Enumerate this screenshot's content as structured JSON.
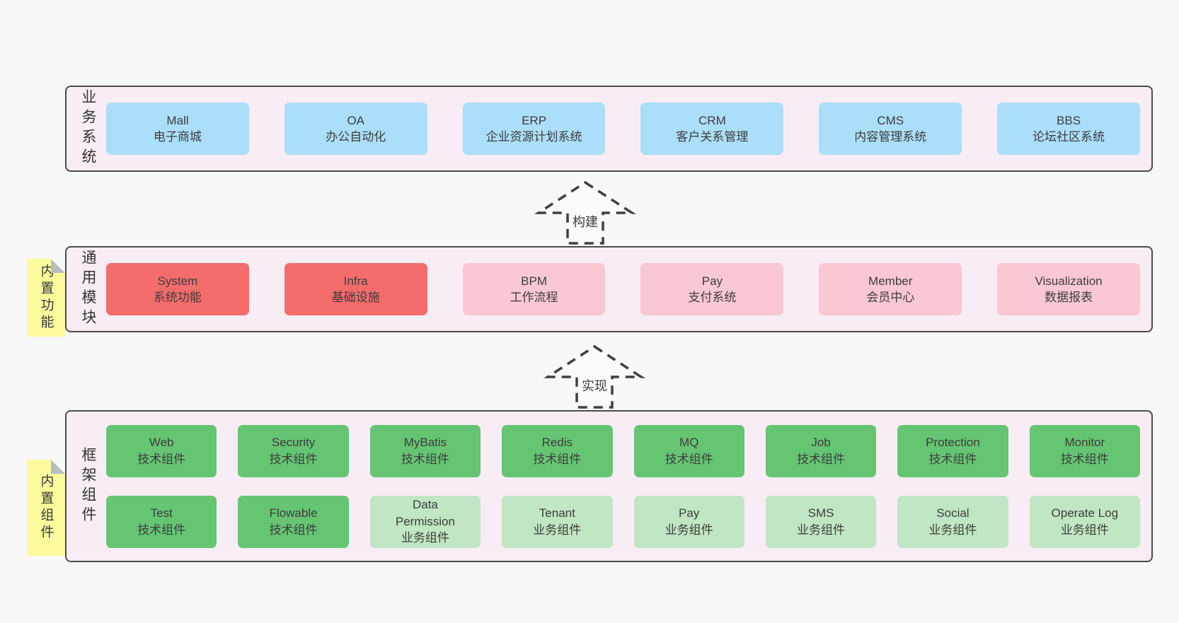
{
  "palette": {
    "blue": "#abdef8",
    "red": "#f56c6c",
    "pink": "#f9c8d3",
    "green": "#66c573",
    "lightGreen": "#c0e6c3",
    "layerBg": "#f8edf4",
    "layerBorder": "#4b4b4b",
    "text": "#3d3d3d",
    "sticky": "#fbfb9d",
    "stickyFold": "#b9bdc2",
    "pageBg": "#f8f8f8",
    "arrowOutline": "#3f3f3f"
  },
  "arrows": {
    "build": "构建",
    "implement": "实现"
  },
  "layers": {
    "business": {
      "label": "业务系统",
      "rows": [
        [
          {
            "title": "Mall",
            "subtitle": "电子商城",
            "color": "blue"
          },
          {
            "title": "OA",
            "subtitle": "办公自动化",
            "color": "blue"
          },
          {
            "title": "ERP",
            "subtitle": "企业资源计划系统",
            "color": "blue"
          },
          {
            "title": "CRM",
            "subtitle": "客户关系管理",
            "color": "blue"
          },
          {
            "title": "CMS",
            "subtitle": "内容管理系统",
            "color": "blue"
          },
          {
            "title": "BBS",
            "subtitle": "论坛社区系统",
            "color": "blue"
          }
        ]
      ]
    },
    "modules": {
      "label": "通用模块",
      "sticky": "内置功能",
      "rows": [
        [
          {
            "title": "System",
            "subtitle": "系统功能",
            "color": "red"
          },
          {
            "title": "Infra",
            "subtitle": "基础设施",
            "color": "red"
          },
          {
            "title": "BPM",
            "subtitle": "工作流程",
            "color": "pink"
          },
          {
            "title": "Pay",
            "subtitle": "支付系统",
            "color": "pink"
          },
          {
            "title": "Member",
            "subtitle": "会员中心",
            "color": "pink"
          },
          {
            "title": "Visualization",
            "subtitle": "数据报表",
            "color": "pink"
          }
        ]
      ]
    },
    "components": {
      "label": "框架组件",
      "sticky": "内置组件",
      "rows": [
        [
          {
            "title": "Web",
            "subtitle": "技术组件",
            "color": "green"
          },
          {
            "title": "Security",
            "subtitle": "技术组件",
            "color": "green"
          },
          {
            "title": "MyBatis",
            "subtitle": "技术组件",
            "color": "green"
          },
          {
            "title": "Redis",
            "subtitle": "技术组件",
            "color": "green"
          },
          {
            "title": "MQ",
            "subtitle": "技术组件",
            "color": "green"
          },
          {
            "title": "Job",
            "subtitle": "技术组件",
            "color": "green"
          },
          {
            "title": "Protection",
            "subtitle": "技术组件",
            "color": "green"
          },
          {
            "title": "Monitor",
            "subtitle": "技术组件",
            "color": "green"
          }
        ],
        [
          {
            "title": "Test",
            "subtitle": "技术组件",
            "color": "green"
          },
          {
            "title": "Flowable",
            "subtitle": "技术组件",
            "color": "green"
          },
          {
            "title": "Data Permission",
            "subtitle": "业务组件",
            "color": "lightGreen"
          },
          {
            "title": "Tenant",
            "subtitle": "业务组件",
            "color": "lightGreen"
          },
          {
            "title": "Pay",
            "subtitle": "业务组件",
            "color": "lightGreen"
          },
          {
            "title": "SMS",
            "subtitle": "业务组件",
            "color": "lightGreen"
          },
          {
            "title": "Social",
            "subtitle": "业务组件",
            "color": "lightGreen"
          },
          {
            "title": "Operate Log",
            "subtitle": "业务组件",
            "color": "lightGreen"
          }
        ]
      ]
    }
  }
}
